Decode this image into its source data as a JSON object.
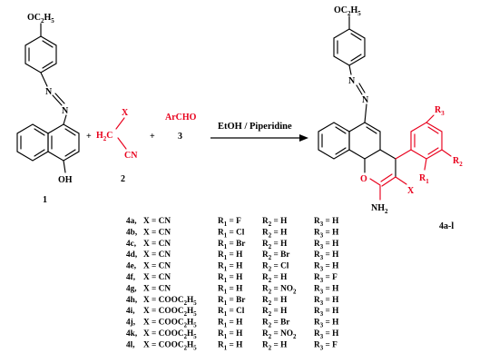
{
  "scheme": {
    "reactant1": {
      "substituent": "OC2H5",
      "azo": "N=N",
      "hydroxyl": "OH",
      "compound_number": "1"
    },
    "plus1": "+",
    "reactant2": {
      "x_label": "X",
      "ch2": "H2C",
      "cn": "CN",
      "compound_number": "2"
    },
    "plus2": "+",
    "reactant3": {
      "formula": "ArCHO",
      "compound_number": "3"
    },
    "conditions": "EtOH / Piperidine",
    "product": {
      "substituent": "OC2H5",
      "azo": "N=N",
      "ring_o": "O",
      "amine": "NH2",
      "x_label": "X",
      "r1": "R1",
      "r2": "R2",
      "r3": "R3",
      "compound_number": "4a-l"
    },
    "accent_color": "#e8001c"
  },
  "substituent_table": {
    "rows": [
      {
        "compound": "4a,",
        "x": "X = CN",
        "r1": "R1 = F",
        "r2": "R2 = H",
        "r3": "R3 = H"
      },
      {
        "compound": "4b,",
        "x": "X = CN",
        "r1": "R1 = Cl",
        "r2": "R2 = H",
        "r3": "R3 = H"
      },
      {
        "compound": "4c,",
        "x": "X = CN",
        "r1": "R1 = Br",
        "r2": "R2 = H",
        "r3": "R3 = H"
      },
      {
        "compound": "4d,",
        "x": "X = CN",
        "r1": "R1 = H",
        "r2": "R2 = Br",
        "r3": "R3 = H"
      },
      {
        "compound": "4e,",
        "x": "X = CN",
        "r1": "R1 = H",
        "r2": "R2 = Cl",
        "r3": "R3 = H"
      },
      {
        "compound": "4f,",
        "x": "X = CN",
        "r1": "R1 = H",
        "r2": "R2 = H",
        "r3": "R3 = F"
      },
      {
        "compound": "4g,",
        "x": "X = CN",
        "r1": "R1 = H",
        "r2": "R2 = NO2",
        "r3": "R3 = H"
      },
      {
        "compound": "4h,",
        "x": "X = COOC2H5",
        "r1": "R1 = Br",
        "r2": "R2 = H",
        "r3": "R3 = H"
      },
      {
        "compound": "4i,",
        "x": "X = COOC2H5",
        "r1": "R1 = Cl",
        "r2": "R2 = H",
        "r3": "R3 = H"
      },
      {
        "compound": "4j,",
        "x": "X = COOC2H5",
        "r1": "R1 = H",
        "r2": "R2 = Br",
        "r3": "R3 = H"
      },
      {
        "compound": "4k,",
        "x": "X = COOC2H5",
        "r1": "R1 = H",
        "r2": "R2 = NO2",
        "r3": "R3 = H"
      },
      {
        "compound": "4l,",
        "x": "X = COOC2H5",
        "r1": "R1 = H",
        "r2": "R2 = H",
        "r3": "R3 = F"
      }
    ]
  }
}
